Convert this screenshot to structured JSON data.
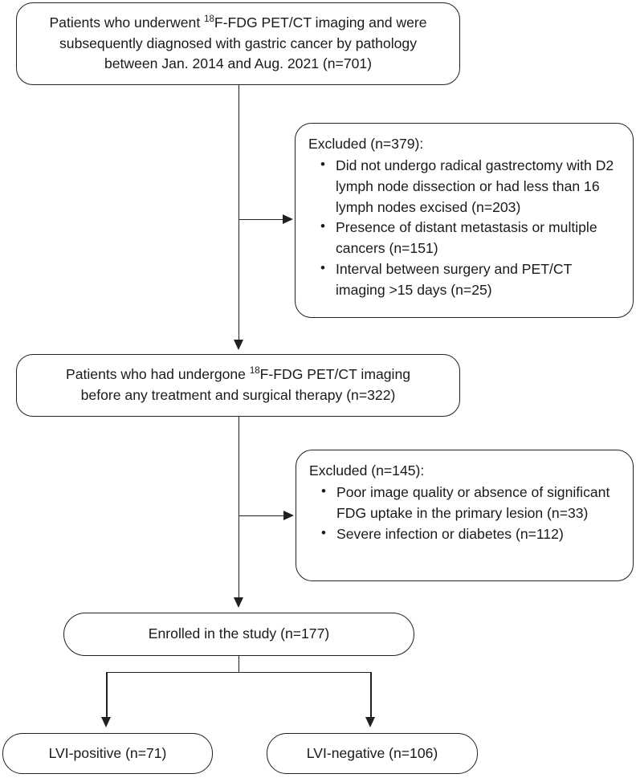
{
  "diagram": {
    "title": "Patient selection flow diagram",
    "line_color": "#231f20",
    "background": "#ffffff",
    "nodes": {
      "screened": {
        "label": "Patients who underwent 18F-FDG PET/CT imaging and were subsequently diagnosed with gastric cancer by pathology between Jan. 2014 and Aug. 2021 (n=701)",
        "line1_a": "Patients who underwent ",
        "line1_sup": "18",
        "line1_b": "F-FDG PET/CT imaging and were",
        "line2": "subsequently diagnosed with gastric cancer by pathology",
        "line3": "between Jan. 2014 and Aug. 2021 (n=701)",
        "count": 701
      },
      "excluded_1": {
        "title": "Excluded (n=379):",
        "count": 379,
        "items": [
          "Did not undergo radical  gastrectomy with D2 lymph node dissection or had less than 16 lymph nodes excised (n=203)",
          "Presence of distant metastasis or multiple cancers (n=151)",
          "Interval between surgery and PET/CT imaging >15 days (n=25)"
        ],
        "item_counts": [
          203,
          151,
          25
        ]
      },
      "eligible": {
        "label": "Patients who had undergone 18F-FDG PET/CT imaging before any treatment and surgical therapy (n=322)",
        "line1_a": "Patients who had undergone ",
        "line1_sup": "18",
        "line1_b": "F-FDG PET/CT imaging",
        "line2": "before any treatment and surgical therapy (n=322)",
        "count": 322
      },
      "excluded_2": {
        "title": "Excluded (n=145):",
        "count": 145,
        "items": [
          "Poor image quality or absence of significant FDG uptake in the primary lesion (n=33)",
          "Severe infection or diabetes (n=112)"
        ],
        "item_counts": [
          33,
          112
        ]
      },
      "enrolled": {
        "label": "Enrolled in the study (n=177)",
        "count": 177
      },
      "lvi_positive": {
        "label": "LVI-positive (n=71)",
        "count": 71
      },
      "lvi_negative": {
        "label": "LVI-negative (n=106)",
        "count": 106
      }
    }
  }
}
